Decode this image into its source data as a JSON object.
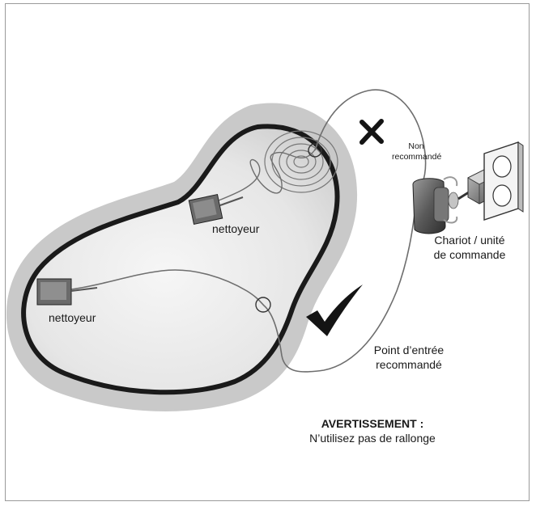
{
  "labels": {
    "cleaner_top": "nettoyeur",
    "cleaner_left": "nettoyeur",
    "not_recommended_line1": "Non",
    "not_recommended_line2": "recommandé",
    "cart_line1": "Chariot / unité",
    "cart_line2": "de commande",
    "entry_line1": "Point d’entrée",
    "entry_line2": "recommandé",
    "warning_title": "AVERTISSEMENT :",
    "warning_text": "N’utilisez pas de rallonge"
  },
  "icons": [
    "x-mark-icon",
    "check-mark-icon"
  ],
  "colors": {
    "pool_border": "#1a1a1a",
    "water": "#e9e9e9",
    "deck": "#c8c8c8",
    "cable": "#6e6e6e",
    "mark": "#141414"
  }
}
